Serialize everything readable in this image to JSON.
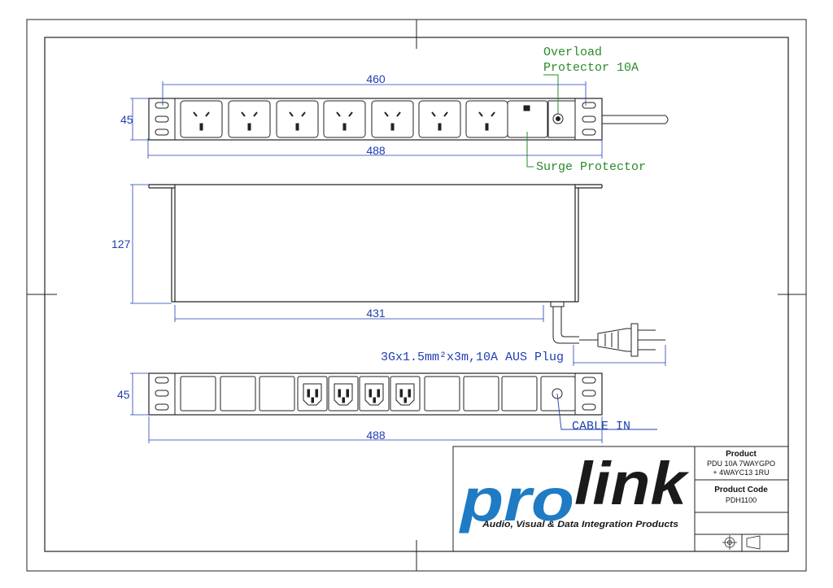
{
  "dimensions": {
    "top_width": "460",
    "top_height": "45",
    "top_overall": "488",
    "side_height": "127",
    "side_depth": "431",
    "bottom_height": "45",
    "bottom_overall": "488"
  },
  "notes": {
    "overload_line1": "Overload",
    "overload_line2": "Protector 10A",
    "surge": "Surge Protector",
    "cable_spec": "3Gx1.5mm²x3m,10A AUS Plug",
    "cable_in": "CABLE IN"
  },
  "title_block": {
    "product_label": "Product",
    "product_line1": "PDU 10A 7WAYGPO",
    "product_line2": "+ 4WAYC13 1RU",
    "code_label": "Product Code",
    "code_value": "PDH1100"
  },
  "logo": {
    "word_pro": "pro",
    "word_link": "link",
    "tagline": "Audio, Visual & Data Integration Products"
  },
  "colors": {
    "dimension": "#1f3fb0",
    "note": "#2b8a2b",
    "logo_pro": "#1e7bc4",
    "logo_link": "#1a1a1a"
  }
}
